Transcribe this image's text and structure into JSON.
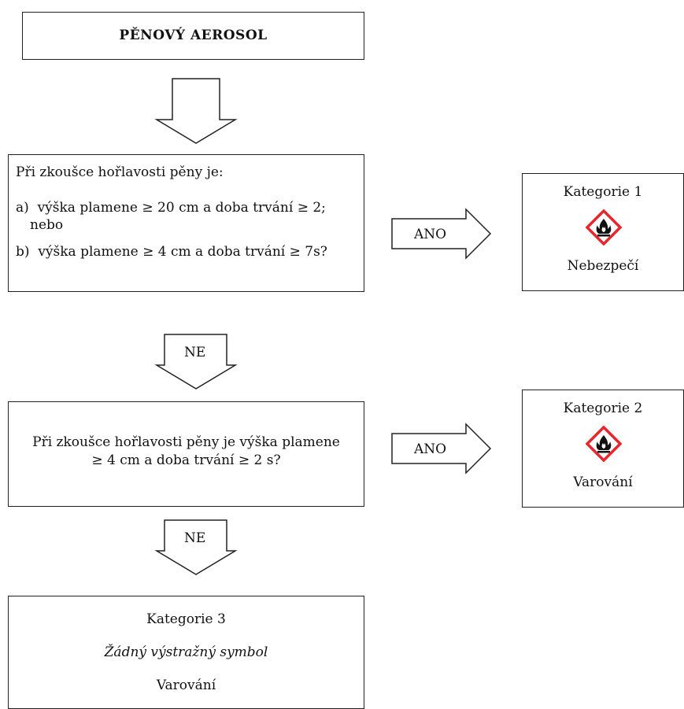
{
  "title": "PĚNOVÝ AEROSOL",
  "question1": {
    "intro": "Při zkoušce hořlavosti pěny je:",
    "option_a_line1": "a)  výška plamene ≥ 20 cm a doba trvání ≥ 2;",
    "option_a_line2": "nebo",
    "option_b": "b)  výška plamene ≥ 4 cm a doba trvání ≥ 7s?"
  },
  "question2": {
    "line1": "Při zkoušce hořlavosti pěny je výška plamene",
    "line2": "≥ 4 cm a doba trvání ≥ 2 s?"
  },
  "arrows": {
    "yes1": "ANO",
    "yes2": "ANO",
    "no1": "NE",
    "no2": "NE"
  },
  "category1": {
    "label": "Kategorie 1",
    "signal": "Nebezpečí",
    "pictogram": "flame-icon"
  },
  "category2": {
    "label": "Kategorie 2",
    "signal": "Varování",
    "pictogram": "flame-icon"
  },
  "category3": {
    "label": "Kategorie 3",
    "symbol_note": "Žádný výstražný symbol",
    "signal": "Varování"
  },
  "colors": {
    "pictogram_border": "#e8262b",
    "line": "#222222"
  }
}
